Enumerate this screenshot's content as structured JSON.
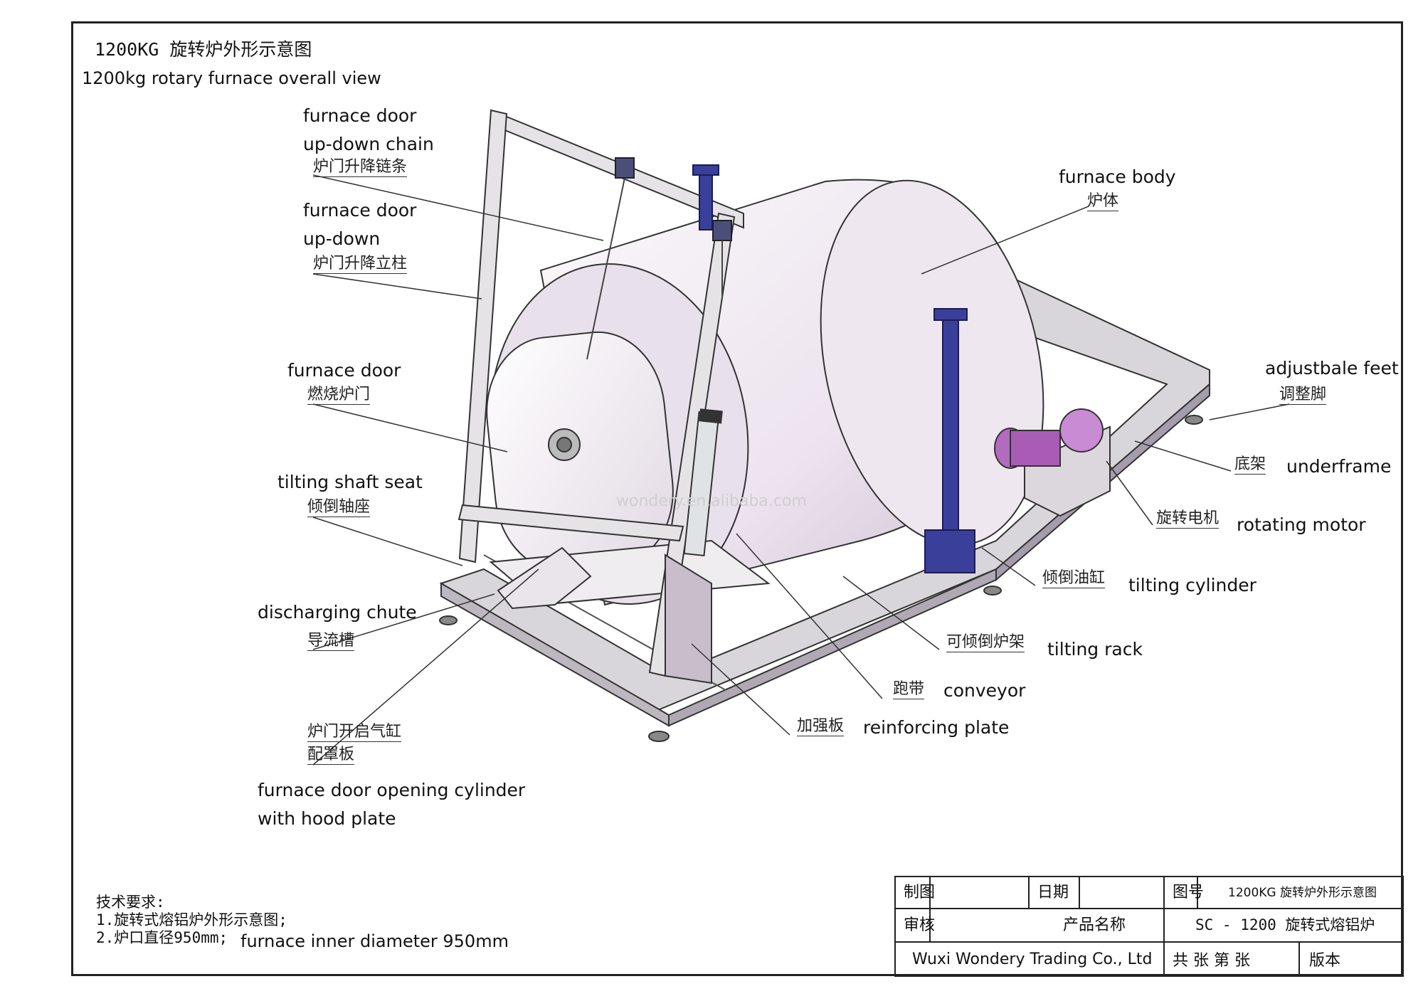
{
  "title": {
    "cn": "1200KG 旋转炉外形示意图",
    "en": "1200kg rotary furnace overall view"
  },
  "labels": {
    "door_chain_en1": "furnace door",
    "door_chain_en2": "up-down chain",
    "door_chain_cn": "炉门升降链条",
    "door_post_en1": "furnace door",
    "door_post_en2": "up-down",
    "door_post_cn": "炉门升降立柱",
    "door_en": "furnace door",
    "door_cn": "燃烧炉门",
    "shaft_seat_en": "tilting shaft seat",
    "shaft_seat_cn": "倾倒轴座",
    "chute_en": "discharging chute",
    "chute_cn": "导流槽",
    "door_cyl_cn1": "炉门开启气缸",
    "door_cyl_cn2": "配罩板",
    "door_cyl_en1": "furnace door opening cylinder",
    "door_cyl_en2": "with hood plate",
    "body_en": "furnace body",
    "body_cn": "炉体",
    "feet_en": "adjustbale feet",
    "feet_cn": "调整脚",
    "underframe_cn": "底架",
    "underframe_en": "underframe",
    "motor_cn": "旋转电机",
    "motor_en": "rotating motor",
    "tilt_cyl_cn": "倾倒油缸",
    "tilt_cyl_en": "tilting  cylinder",
    "tilt_rack_cn": "可倾倒炉架",
    "tilt_rack_en": "tilting rack",
    "conveyor_cn": "跑带",
    "conveyor_en": "conveyor",
    "reinforce_cn": "加强板",
    "reinforce_en": "reinforcing plate"
  },
  "watermark": "wondery.en.alibaba.com",
  "requirements": {
    "heading": "技术要求:",
    "line1": "1.旋转式熔铝炉外形示意图;",
    "line2_cn": "2.炉口直径950mm;",
    "line2_en": "furnace  inner  diameter 950mm"
  },
  "title_block": {
    "draw": "制图",
    "date": "日期",
    "drawing_no": "图号",
    "drawing_no_value": "1200KG 旋转炉外形示意图",
    "review": "审核",
    "product_name": "产品名称",
    "product_value": "SC - 1200 旋转式熔铝炉",
    "company": "Wuxi Wondery Trading Co., Ltd",
    "sheets": "共    张 第    张",
    "version": "版本"
  },
  "colors": {
    "frame_fill": "#e6e3e7",
    "furnace_fill": "#f3eef4",
    "shade": "#c9bccb",
    "blue": "#3a3f9a",
    "motor": "#b36bc0"
  }
}
